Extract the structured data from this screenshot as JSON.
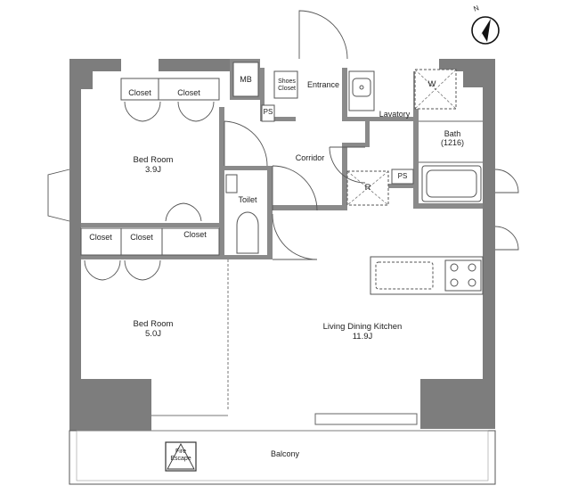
{
  "compass": {
    "letter": "N",
    "icon": "north-arrow-icon"
  },
  "rooms": {
    "closet_top_left": "Closet",
    "closet_top_right": "Closet",
    "mb": "MB",
    "shoes_closet_line1": "Shoes",
    "shoes_closet_line2": "Closet",
    "entrance": "Entrance",
    "ps_entrance": "PS",
    "lavatory": "Lavatory",
    "lavatory_w": "W",
    "bath": "Bath",
    "bath_size": "(1216)",
    "bedroom1": "Bed Room",
    "bedroom1_size": "3.9J",
    "corridor": "Corridor",
    "fridge": "R",
    "ps_kitchen": "PS",
    "toilet": "Toilet",
    "closet_mid_1": "Closet",
    "closet_mid_2": "Closet",
    "closet_mid_3": "Closet",
    "bedroom2": "Bed Room",
    "bedroom2_size": "5.0J",
    "ldk": "Living Dining Kitchen",
    "ldk_size": "11.9J",
    "balcony": "Balcony",
    "fire_escape_line1": "Fire",
    "fire_escape_line2": "Escape"
  }
}
